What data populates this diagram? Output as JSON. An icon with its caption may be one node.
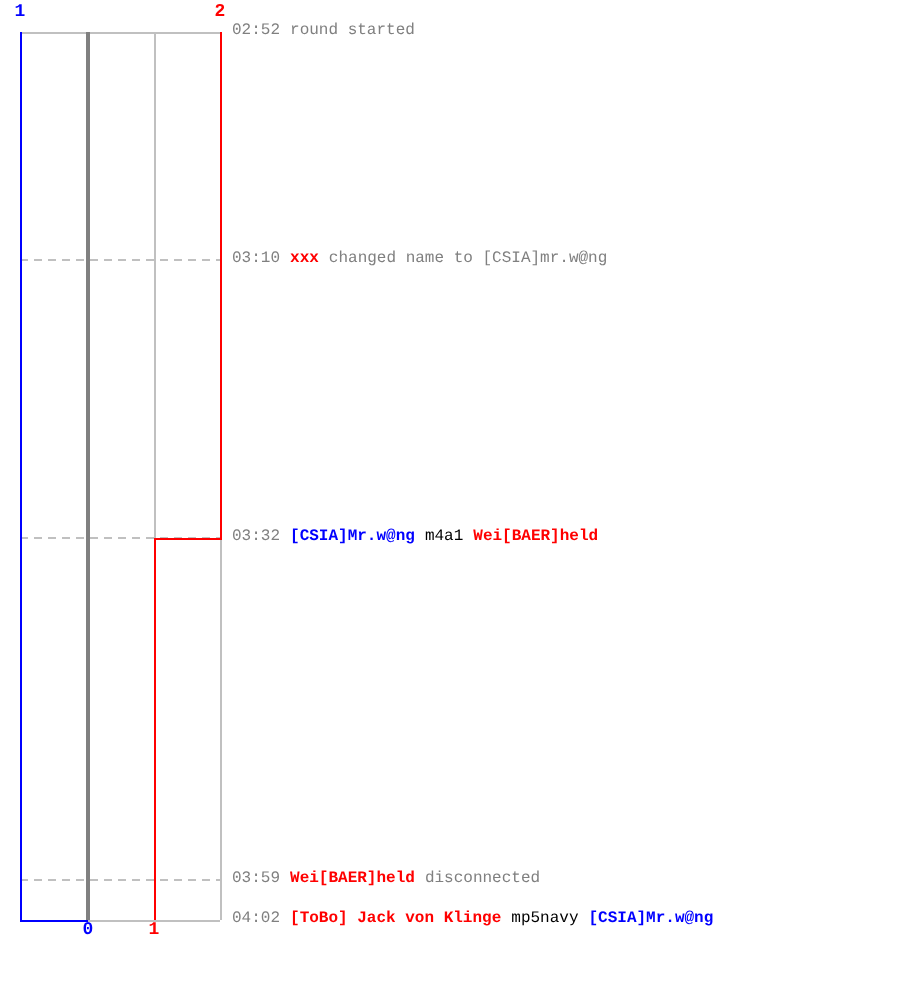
{
  "diagram": {
    "labels": [
      "1",
      "2",
      "02:52",
      "round started",
      "03:10",
      "xxx",
      "changed name to [CSIA]mr.w@ng",
      "03:32",
      "[CSIA]Mr.w@ng",
      "m4a1",
      "Wei[BAER]held",
      "03:59",
      "Wei[BAER]held",
      "disconnected",
      "04:02",
      "[ToBo] Jack von Klinge",
      "mp5navy",
      "[CSIA]Mr.w@ng",
      "0",
      "1"
    ]
  }
}
